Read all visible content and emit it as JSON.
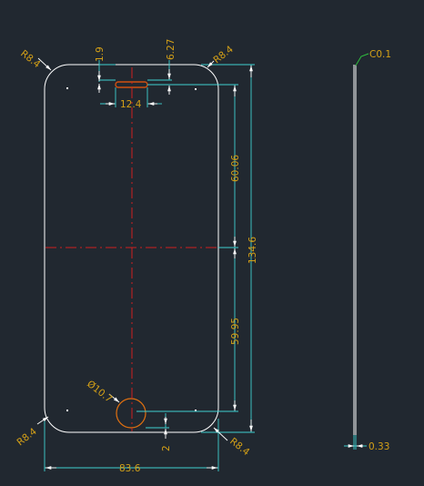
{
  "colors": {
    "background": "#212830",
    "geometry": "#ffffff",
    "dimension_line": "#3fd0d0",
    "dimension_text": "#d4a017",
    "centerline": "#d02020",
    "camera_slot": "#d05010",
    "home_button": "#e07010",
    "leader_green": "#2fbf3f"
  },
  "dimensions": {
    "corner_top_left": "R8.4",
    "corner_top_right": "R8.4",
    "corner_bottom_left": "R8.4",
    "corner_bottom_right": "R8.4",
    "slot_offset_top": "1.9",
    "slot_height": "6.27",
    "slot_width": "12.4",
    "upper_half_height": "60.06",
    "lower_half_height": "59.95",
    "total_height": "134.6",
    "home_button_diameter": "Ø10.7",
    "button_offset": "2",
    "total_width": "83.6",
    "chamfer": "C0.1",
    "thickness": "0.33"
  }
}
